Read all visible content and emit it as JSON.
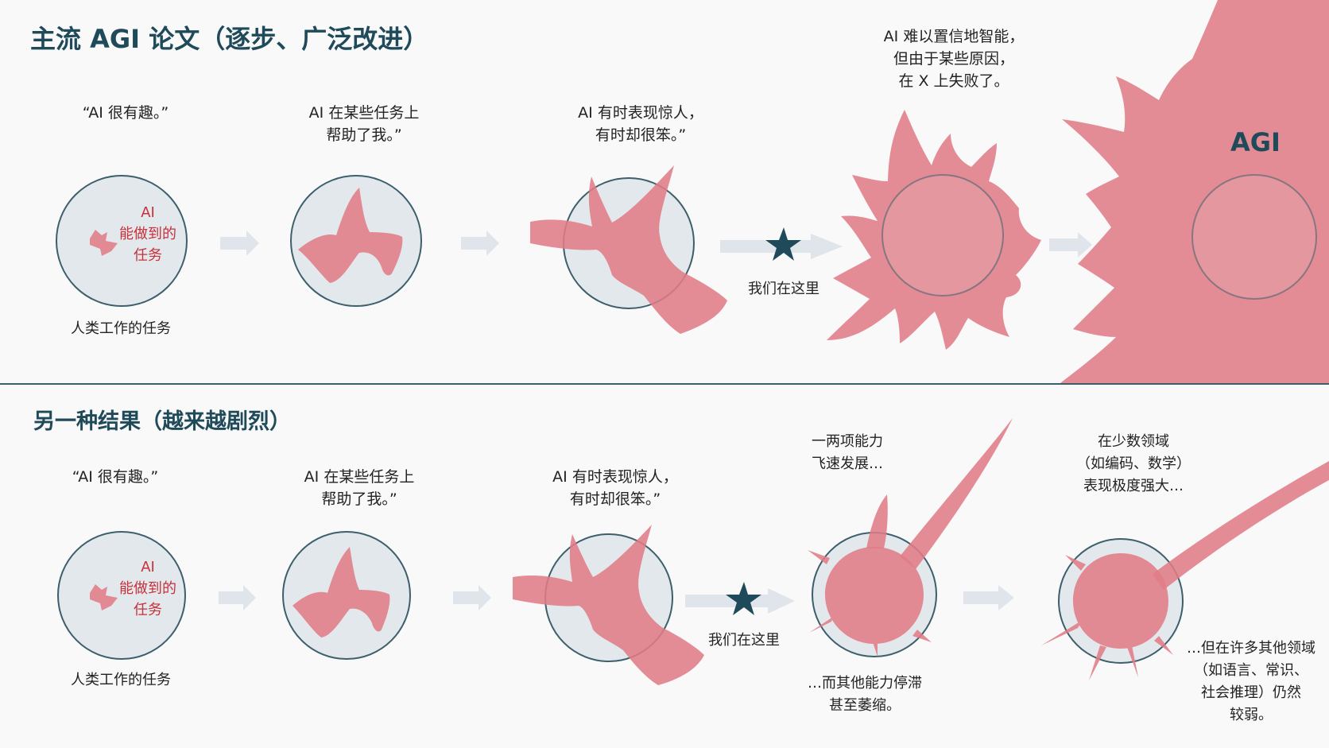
{
  "colors": {
    "circle_fill": "#e3e8ec",
    "circle_stroke": "#3c5f6b",
    "blob": "#e07c86",
    "title": "#1f4a5a",
    "arrow": "#dfe5ea",
    "star": "#1f4a5a",
    "divider": "#3c5f6b"
  },
  "top": {
    "title": "主流 AGI 论文（逐步、广泛改进）",
    "stage1_quote": "“AI 很有趣。”",
    "stage2_quote": "AI 在某些任务上\n帮助了我。”",
    "stage3_quote": "AI 有时表现惊人，\n有时却很笨。”",
    "stage4_quote": "AI 难以置信地智能，\n但由于某些原因，\n在 X 上失败了。",
    "inner_label": "AI\n能做到的\n任务",
    "circle_label": "人类工作的任务",
    "here_label": "我们在这里",
    "agi_label": "AGI"
  },
  "bottom": {
    "title": "另一种结果（越来越剧烈）",
    "stage1_quote": "“AI 很有趣。”",
    "stage2_quote": "AI 在某些任务上\n帮助了我。”",
    "stage3_quote": "AI 有时表现惊人，\n有时却很笨。”",
    "inner_label": "AI\n能做到的\n任务",
    "circle_label": "人类工作的任务",
    "here_label": "我们在这里",
    "stage4_top": "一两项能力\n飞速发展…",
    "stage4_bottom": "…而其他能力停滞\n甚至萎缩。",
    "stage5_top": "在少数领域\n（如编码、数学）\n表现极度强大…",
    "stage5_bottom": "…但在许多其他领域\n（如语言、常识、\n社会推理）仍然\n较弱。"
  }
}
